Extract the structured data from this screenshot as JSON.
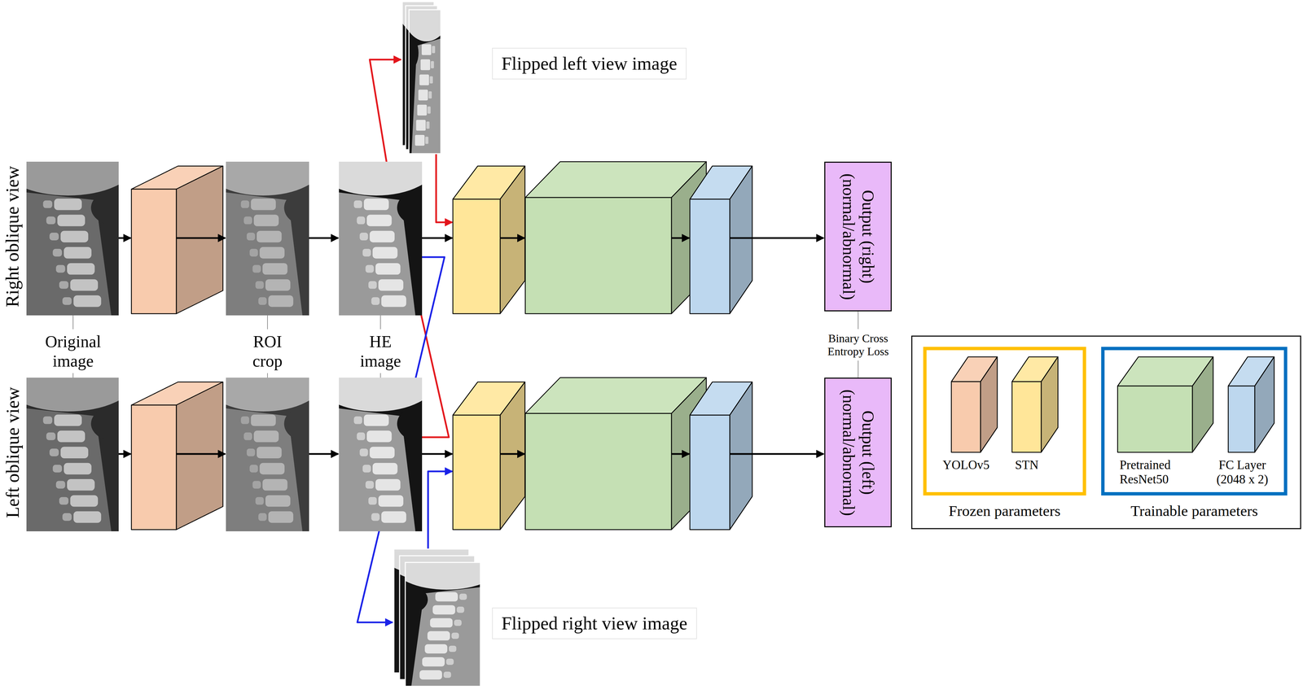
{
  "diagram": {
    "nodes": [
      {
        "text": [
          "Flipped left view image"
        ]
      },
      {
        "text": [
          "Output (right) (normal/abnormal)"
        ]
      },
      {
        "text": [
          "Output (left) (normal/abnormal)"
        ]
      },
      {
        "text": [
          "Flipped right view image"
        ]
      }
    ],
    "labels": [
      "Right oblique view",
      "Left oblique view",
      "Original image",
      "ROI crop",
      "HE image",
      "Binary Cross Entropy Loss",
      "Frozen parameters",
      "Trainable parameters"
    ],
    "legend": [
      {
        "text": "YOLOv5",
        "color": "#f8cbad"
      },
      {
        "text": "STN",
        "color": "#ffe699"
      },
      {
        "text": "Pretrained ResNet50",
        "color": "#c5e0b4"
      },
      {
        "text": "FC Layer (2048 x 2)",
        "color": "#bdd7ee"
      }
    ]
  }
}
